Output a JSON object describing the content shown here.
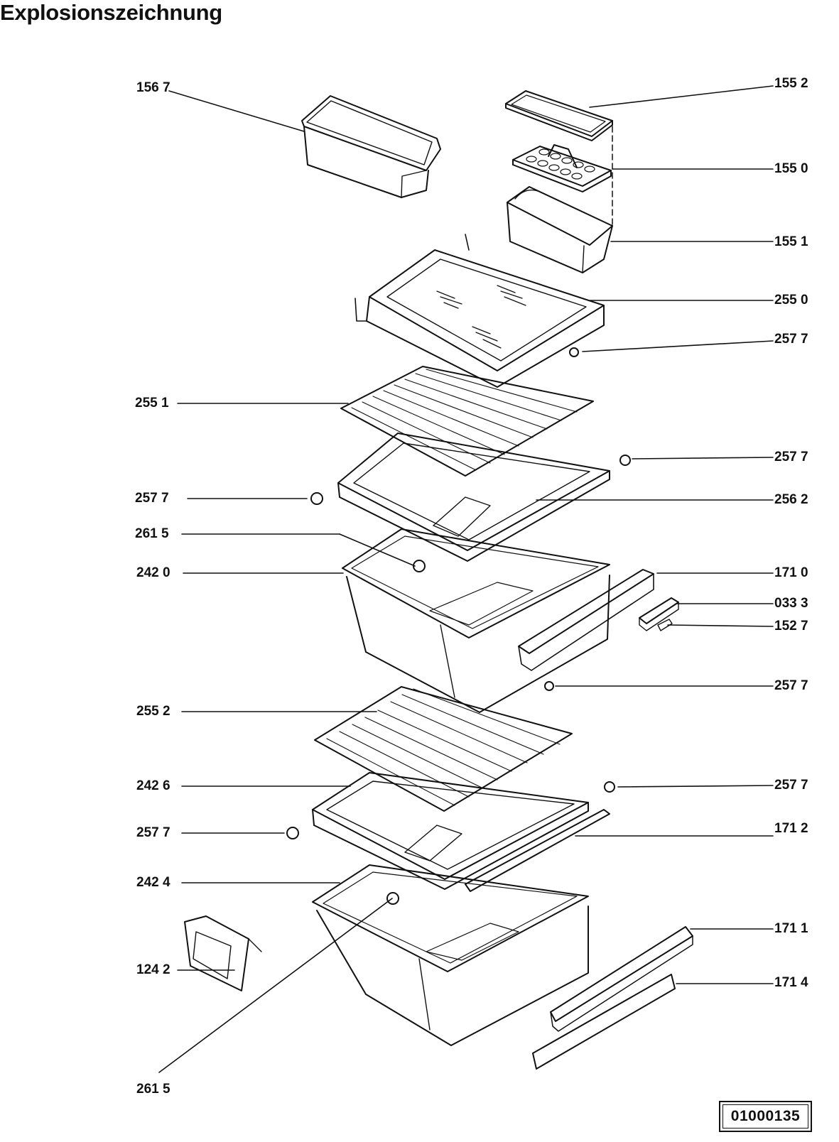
{
  "title": "Explosionszeichnung",
  "drawing_code": "01000135",
  "labels": {
    "l1567": "156 7",
    "l1552": "155 2",
    "l1550": "155 0",
    "l1551": "155 1",
    "l2550": "255 0",
    "l2577a": "257 7",
    "l2551": "255 1",
    "l2577b": "257 7",
    "l2577c": "257 7",
    "l2562": "256 2",
    "l2615a": "261 5",
    "l2420": "242 0",
    "l1710": "171 0",
    "l0333": "033 3",
    "l1527": "152 7",
    "l2577d": "257 7",
    "l2552": "255 2",
    "l2426": "242 6",
    "l2577e": "257 7",
    "l2577f": "257 7",
    "l1712": "171 2",
    "l2424": "242 4",
    "l1711": "171 1",
    "l1714": "171 4",
    "l1242": "124 2",
    "l2615b": "261 5"
  }
}
